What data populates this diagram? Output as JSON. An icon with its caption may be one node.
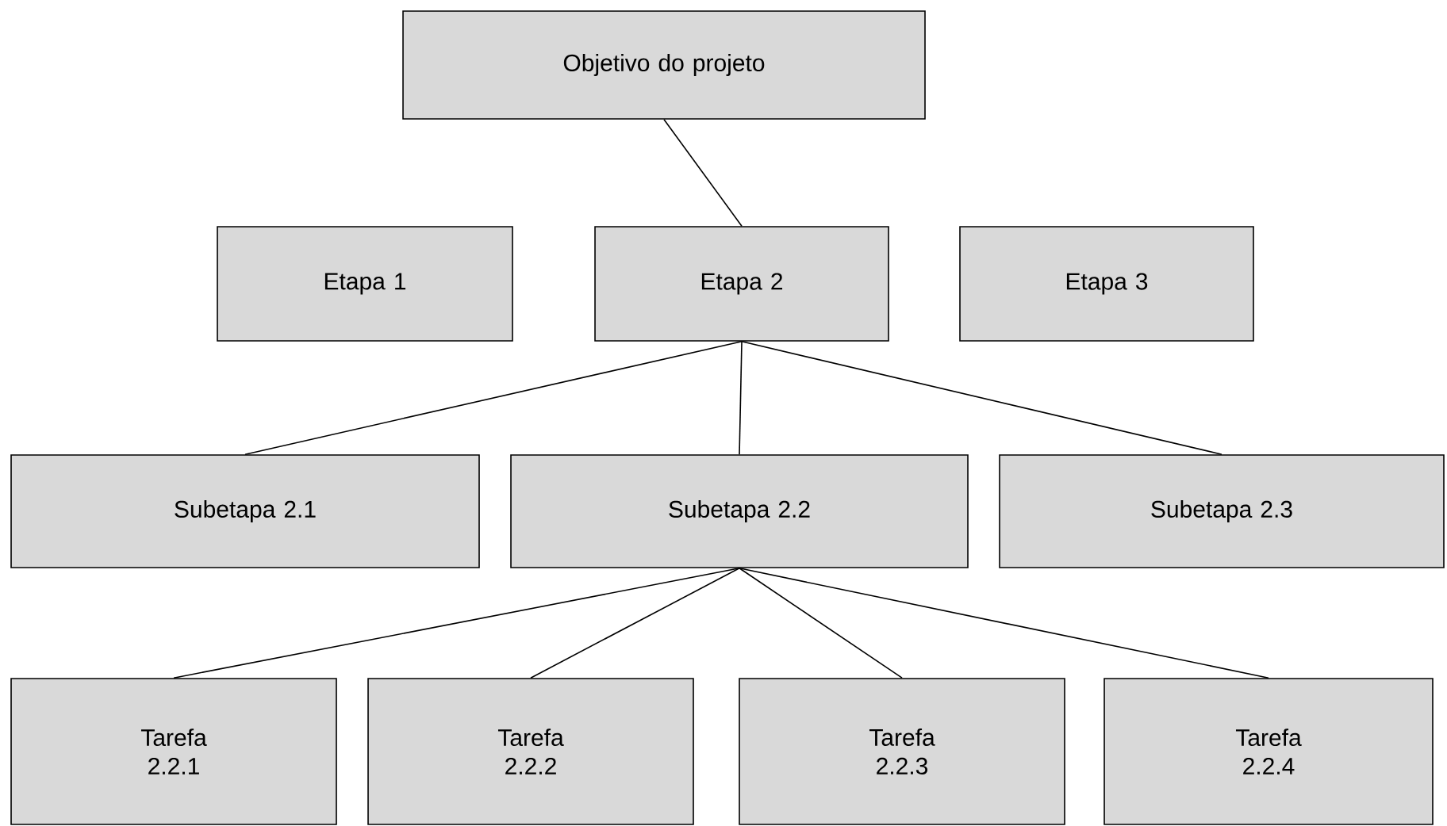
{
  "diagram": {
    "nodes": [
      {
        "text": [
          "Objetivo do projeto"
        ]
      },
      {
        "text": [
          "Etapa 1"
        ]
      },
      {
        "text": [
          "Etapa 2"
        ]
      },
      {
        "text": [
          "Etapa 3"
        ]
      },
      {
        "text": [
          "Subetapa 2.1"
        ]
      },
      {
        "text": [
          "Subetapa 2.2"
        ]
      },
      {
        "text": [
          "Subetapa 2.3"
        ]
      },
      {
        "text": [
          "Tarefa 2.2.1"
        ]
      },
      {
        "text": [
          "Tarefa 2.2.2"
        ]
      },
      {
        "text": [
          "Tarefa 2.2.3"
        ]
      },
      {
        "text": [
          "Tarefa 2.2.4"
        ]
      }
    ],
    "edges": [
      {
        "from": 0,
        "to": 2,
        "arrow": "none"
      },
      {
        "from": 2,
        "to": 4,
        "arrow": "none"
      },
      {
        "from": 2,
        "to": 5,
        "arrow": "none"
      },
      {
        "from": 2,
        "to": 6,
        "arrow": "none"
      },
      {
        "from": 5,
        "to": 7,
        "arrow": "none"
      },
      {
        "from": 5,
        "to": 8,
        "arrow": "none"
      },
      {
        "from": 5,
        "to": 9,
        "arrow": "none"
      },
      {
        "from": 5,
        "to": 10,
        "arrow": "none"
      }
    ]
  }
}
